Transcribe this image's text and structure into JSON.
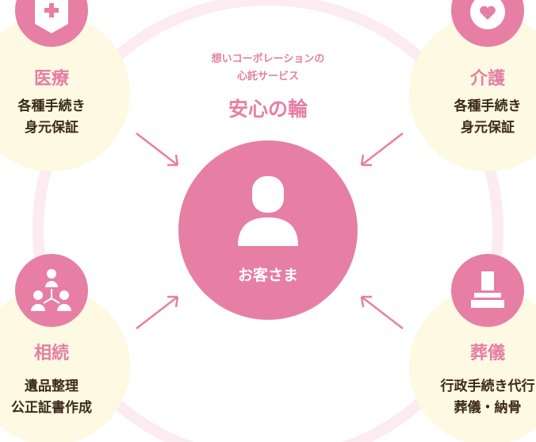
{
  "colors": {
    "pink": "#e67fa3",
    "ring": "#fcebf1",
    "cream": "#fdf9e2",
    "text": "#3d2a1a"
  },
  "header": {
    "lead_line1": "想いコーポレーションの",
    "lead_line2": "心託サービス",
    "title": "安心の輪"
  },
  "center": {
    "label": "お客さま",
    "icon": "person-icon"
  },
  "services": [
    {
      "name": "医療",
      "lines": [
        "各種手続き",
        "身元保証"
      ],
      "icon": "medical-cross-icon"
    },
    {
      "name": "介護",
      "lines": [
        "各種手続き",
        "身元保証"
      ],
      "icon": "heart-icon"
    },
    {
      "name": "相続",
      "lines": [
        "遺品整理",
        "公正証書作成"
      ],
      "icon": "family-tree-icon"
    },
    {
      "name": "葬儀",
      "lines": [
        "行政手続き代行",
        "葬儀・納骨"
      ],
      "icon": "gravestone-icon"
    }
  ]
}
